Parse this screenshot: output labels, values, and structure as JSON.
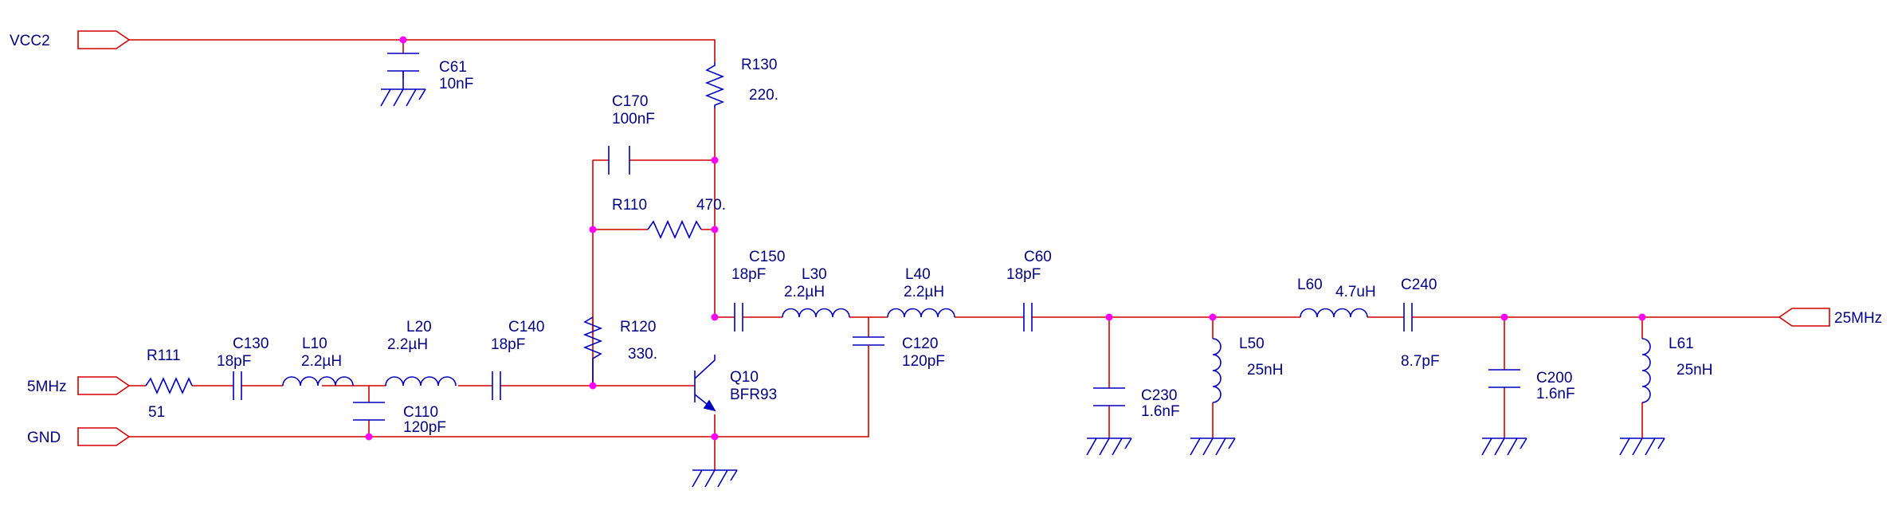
{
  "ports": {
    "vcc2": "VCC2",
    "in_5mhz": "5MHz",
    "gnd": "GND",
    "out_25mhz": "25MHz"
  },
  "components": {
    "c61": {
      "ref": "C61",
      "value": "10nF"
    },
    "r130": {
      "ref": "R130",
      "value": "220."
    },
    "c170": {
      "ref": "C170",
      "value": "100nF"
    },
    "r110": {
      "ref": "R110",
      "value": "470."
    },
    "r120": {
      "ref": "R120",
      "value": "330."
    },
    "r111": {
      "ref": "R111",
      "value": "51"
    },
    "c130": {
      "ref": "C130",
      "value": "18pF"
    },
    "l10": {
      "ref": "L10",
      "value": "2.2µH"
    },
    "l20": {
      "ref": "L20",
      "value": "2.2µH"
    },
    "c140": {
      "ref": "C140",
      "value": "18pF"
    },
    "c110": {
      "ref": "C110",
      "value": "120pF"
    },
    "q10": {
      "ref": "Q10",
      "value": "BFR93"
    },
    "c150": {
      "ref": "C150",
      "value": "18pF"
    },
    "l30": {
      "ref": "L30",
      "value": "2.2µH"
    },
    "l40": {
      "ref": "L40",
      "value": "2.2µH"
    },
    "c120": {
      "ref": "C120",
      "value": "120pF"
    },
    "c60": {
      "ref": "C60",
      "value": "18pF"
    },
    "c230": {
      "ref": "C230",
      "value": "1.6nF"
    },
    "l50": {
      "ref": "L50",
      "value": "25nH"
    },
    "l60": {
      "ref": "L60",
      "value": "4.7uH"
    },
    "c240": {
      "ref": "C240",
      "value": "8.7pF"
    },
    "c200": {
      "ref": "C200",
      "value": "1.6nF"
    },
    "l61": {
      "ref": "L61",
      "value": "25nH"
    }
  },
  "colors": {
    "wire": "#d40000",
    "component": "#0000c0",
    "junction": "#ff00ff",
    "label": "#000080"
  }
}
